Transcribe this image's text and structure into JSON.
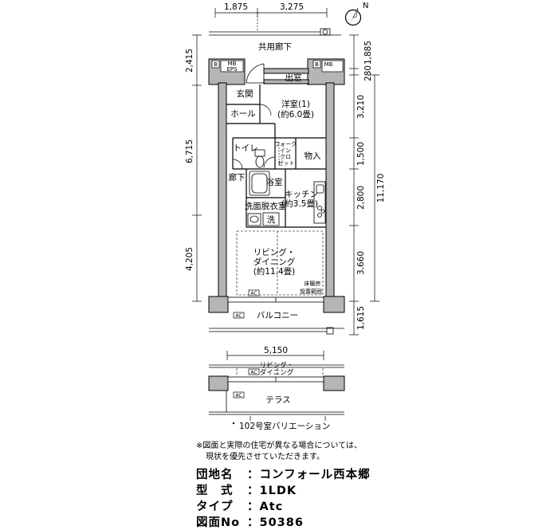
{
  "dimensions": {
    "top": [
      "1,875",
      "3,275"
    ],
    "left": [
      "2,415",
      "6,715",
      "4,205"
    ],
    "right_inner": [
      "1,885",
      "280",
      "3,210",
      "1,500",
      "2,800",
      "3,660",
      "1,615"
    ],
    "right_outer": "11,170",
    "bottom": "5,150"
  },
  "labels": {
    "corridor": "共用廊下",
    "mb_left": "MB",
    "eps": "EPS",
    "mb_right": "MB",
    "b": "B",
    "bay_window": "出窓",
    "entrance": "玄関",
    "hall": "ホール",
    "western_room": "洋室(1)",
    "western_room_size": "(約6.0畳)",
    "wic_1": "ウォーク",
    "wic_2": "イン",
    "wic_3": "クロ",
    "wic_4": "ゼット",
    "toilet": "トイレ",
    "storage": "物入",
    "hallway": "廊下",
    "bathroom": "浴室",
    "kitchen": "キッチン",
    "kitchen_size": "(約3.5畳)",
    "washroom": "洗面脱衣室",
    "washer": "洗",
    "ldk_1": "リビング・",
    "ldk_2": "ダイニング",
    "ldk_size": "(約11.4畳)",
    "floor_heat_1": "床暖房",
    "floor_heat_2": "設置範囲",
    "ac": "AC",
    "balcony": "バルコニー",
    "var_ldk_1": "リビング・",
    "var_ldk_2": "ダイニング",
    "terrace": "テラス",
    "variation_caption": "102号室バリエーション",
    "north": "N"
  },
  "note": [
    "※図面と実際の住宅が異なる場合については、",
    "現状を優先させていただきます。"
  ],
  "info": [
    {
      "label": "団地名",
      "value": "：コンフォール西本郷"
    },
    {
      "label": "型　式",
      "value": "：1LDK"
    },
    {
      "label": "タイプ",
      "value": "：Atc"
    },
    {
      "label": "図面No",
      "value": "：50386"
    }
  ]
}
